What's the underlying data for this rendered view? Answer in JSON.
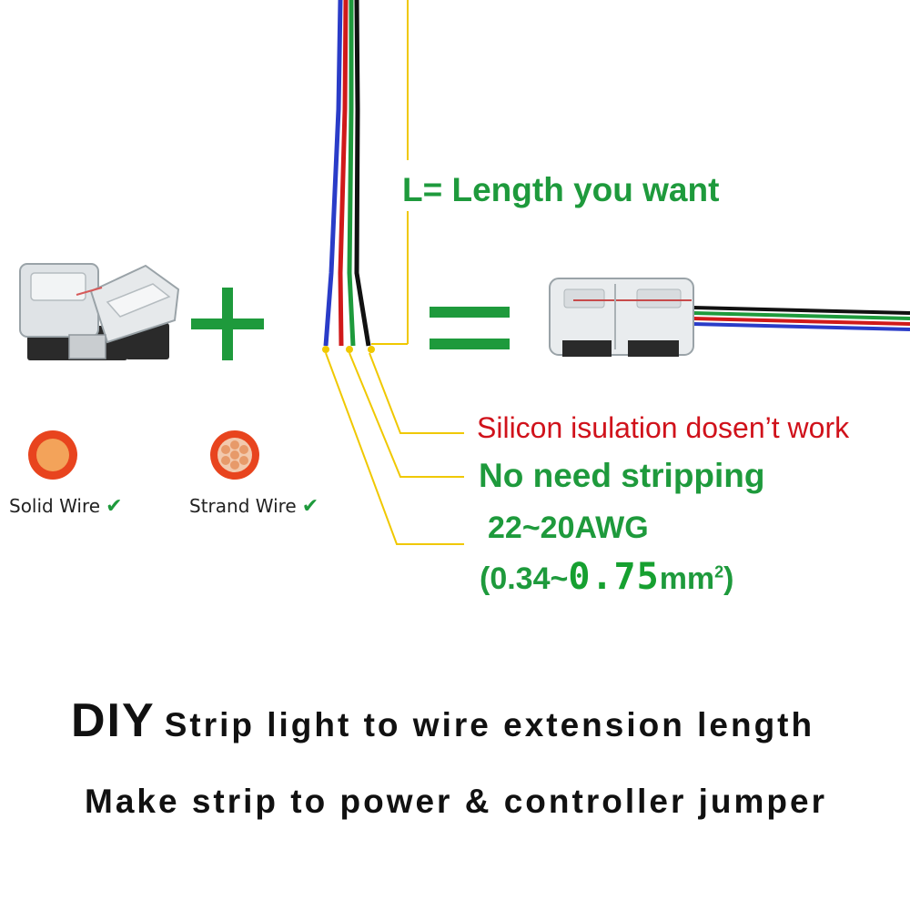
{
  "length_label": "L= Length you want",
  "notes": {
    "silicon": "Silicon isulation dosen’t work",
    "stripping": "No need stripping",
    "awg": "22~20AWG",
    "area_prefix": "(0.34~",
    "area_value": "0.75",
    "area_unit": "mm",
    "area_exp": "2",
    "area_suffix": ")"
  },
  "wire_types": {
    "solid": "Solid Wire",
    "strand": "Strand Wire",
    "check": "✔"
  },
  "titles": {
    "diy": "DIY",
    "line1_rest": "Strip light to wire extension length",
    "line2": "Make strip to power & controller jumper"
  },
  "colors": {
    "green_text": "#1e9a3c",
    "red_text": "#d0121b",
    "guide_yellow": "#f0c800",
    "wire_colors": [
      "#2a3cc8",
      "#d01a1a",
      "#1e9a3c",
      "#111111"
    ]
  }
}
